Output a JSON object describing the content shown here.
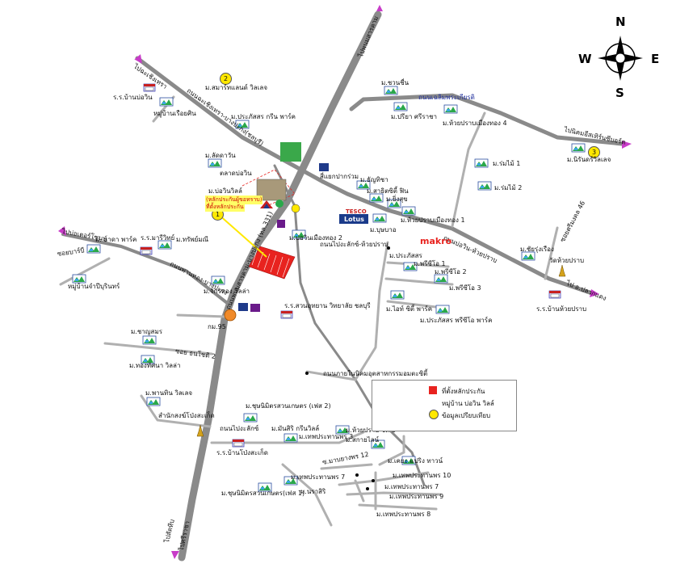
{
  "compass": {
    "n": "N",
    "s": "S",
    "e": "E",
    "w": "W"
  },
  "roads": {
    "r1": "ไปพนมสารคาม",
    "r2": "ไปฉะเชิงเทรา",
    "r3": "ถนนฉะเชิงเทรา-บางปะกง(ชลบุรี)",
    "r4": "ถนนเฉลิมพระเกียรติ",
    "r5": "ไปนิคมอีสเทิร์นซีบอร์ด",
    "r6": "ถนนพานทอง-บางปะกง",
    "r7": "ไปบ่อเตอร์โซนบ์",
    "r8": "ซอยบาร์บี",
    "r9": "ถนนพนมสารคาม-บางปะกง (ทล.331)",
    "r10": "ถนนบ่อวิน-ห้วยปราบ",
    "r11": "ถนนไปงะลักซ์-ห้วยปราบ",
    "r12": "ซอยศรีมงคล 46",
    "r13": "ไป อ.ปลวกแดง",
    "r14": "ซอย ธนโชติ 2",
    "r15": "ถนนภายในนิคมอุตสาหกรรมอมตะซิตี้",
    "r16": "ถนนไปงะลักซ์",
    "r17": "ซ.มาบยางพร 12",
    "r18": "ไปศรีราชา",
    "r19": "กม.95"
  },
  "numbers": {
    "n1": "1",
    "n2": "2",
    "n3": "3"
  },
  "places": {
    "p1": "ม.สมาร์ทแลนด์ วิลเลจ",
    "p2": "ร.ร.บ้านบ่อวิน",
    "p3": "หมู่บ้านเรือยศิน",
    "p4": "ม.ประภัสสร กรีน พาร์ค",
    "p5": "ม.ชวนชื่น",
    "p6": "ม.ปรียา ศรีราชา",
    "p7": "ม.ห้วยปราบเมืองทอง 4",
    "p8": "ม.นิรันดร์วิลเลจ",
    "p9": "ม.ลัดดาวัน",
    "p10": "ตลาดบ่อวิน",
    "p11": "ม.บ่อวินวิลล์",
    "p11b": "(หลักประกันผู้ขอทราบ)",
    "p11c": "ที่ตั้งหลักประกัน",
    "p12": "สี่แยกปากร่วม",
    "p13": "ม.ธัญทิชา",
    "p14": "ม.สาธิตซิตี้ ฟิน",
    "p15": "ม.ยิ่งสุข",
    "p16": "ม.ห้วยปราบเมืองทอง 1",
    "p17": "ม.บุษบาอ",
    "p18": "ม.ร่มไม้ 1",
    "p19": "ม.ร่มไม้ 2",
    "p20": "ม.ชัยรุ่งเรือง",
    "p21": "วัดห้วยปราบ",
    "p22": "ร.ร.บ้านห้วยปราบ",
    "p23": "ม.บ่อวินเมืองทอง 2",
    "p24": "ม.ประภัสสร",
    "p25": "ม.พรีซีโอ 1",
    "p26": "ม.พรีซีโอ 2",
    "p27": "ม.พรีซีโอ 3",
    "p28": "ม.ไอท์ ซิตี้ พาร์ค",
    "p29": "ม.ประภัสสร พรีซีโอ พาร์ค",
    "p30": "ม. ธาดา พาร์ค",
    "p31": "ร.ร.มารีวิทย์",
    "p32": "ม.ทรัพย์มณี",
    "p33": "หมู่บ้านจำปีบุรินทร์",
    "p34": "ม.จักรทอง วิลล่า",
    "p35": "ร.ร.สวนอุทยาน วิทยาลัย ชลบุรี",
    "p36": "ม.ชาญสมร",
    "p37": "ม.ทองทัศนา วิลล่า",
    "p38": "ม.พานทิน วิลเลจ",
    "p39": "สำนักสงฆ์โป่งสะเก็ด",
    "p40": "ม.ชุษนิมิตรสวนเกษตร (เฟส 2)",
    "p41": "ม.มันสิริ กรีนวิลล์",
    "p42": "ม.เทพประทานพร 3",
    "p43": "ม.ห้วยปราบ ซิตี้ 6",
    "p44": "ม.สกายไลน์",
    "p45": "ม.เคยะ แปริง ทาวน์",
    "p46": "ร.ร.บ้านโป่งสะเก็ด",
    "p47": "ม.เทพประทานพร 7",
    "p48": "ม.เทพประทานพร 10",
    "p49": "ม.เทพประทานพร 7",
    "p50": "ม.เทพประทานพร 9",
    "p51": "ม.นราสิริ",
    "p52": "ม.ชุษนิมิตรสวนเกษตร(เฟส 1)",
    "p53": "ม.เทพประทานพร 8",
    "p54": "ไปสัตหีบ"
  },
  "brands": {
    "tesco": "TESCO",
    "lotus": "Lotus",
    "makro": "makro"
  },
  "legend": {
    "item1": "ที่ตั้งหลักประกัน",
    "item2": "หมู่บ้าน บ่อวิน วิลล์",
    "item3": "ข้อมูลเปรียบเทียบ"
  },
  "colors": {
    "road": "#8a8a8a",
    "minor": "#b5b5b5",
    "subject": "#e8231f",
    "arrow": "#c83cc8",
    "marker": "#ffe800",
    "village": "#2aa84a"
  }
}
